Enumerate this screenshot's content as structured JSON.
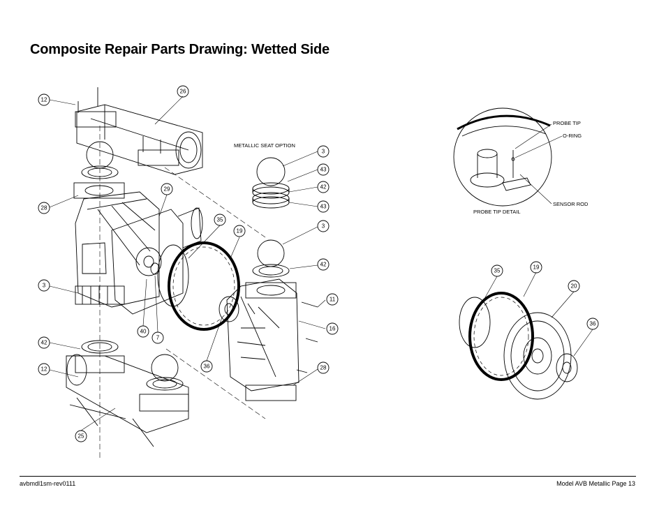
{
  "header": {
    "title": "Composite Repair Parts Drawing: Wetted Side"
  },
  "labels": {
    "metallic_seat_option": "METALLIC SEAT OPTION",
    "probe_tip_detail": "PROBE TIP DETAIL",
    "probe_tip": "PROBE TIP",
    "o_ring": "O-RING",
    "sensor_rod": "SENSOR ROD"
  },
  "callouts": {
    "c26": "26",
    "c12a": "12",
    "c28a": "28",
    "c29": "29",
    "c3a": "3",
    "c42a": "42",
    "c12b": "12",
    "c25": "25",
    "c40": "40",
    "c7": "7",
    "c35": "35",
    "c19": "19",
    "c36": "36",
    "c3b": "3",
    "c43a": "43",
    "c42b": "42",
    "c43b": "43",
    "c3c": "3",
    "c42c": "42",
    "c11": "11",
    "c16": "16",
    "c28b": "28",
    "d35": "35",
    "d19": "19",
    "d20": "20",
    "d36": "36"
  },
  "footer": {
    "left": "avbmdl1sm-rev0111",
    "right": "Model AVB Metallic Page 13"
  }
}
